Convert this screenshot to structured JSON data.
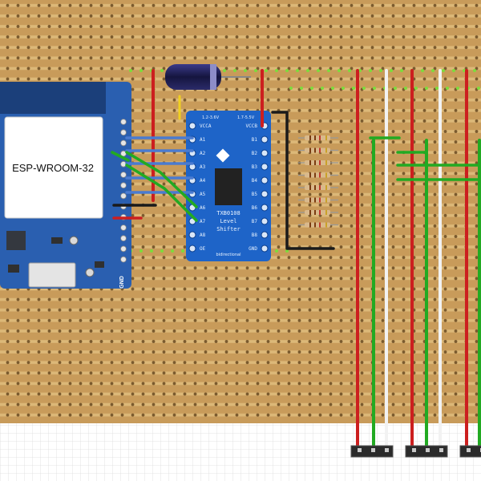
{
  "board": {
    "type": "stripboard",
    "color": "#c89b5a",
    "strip_color": "#dcb878",
    "hole_color": "#7a5a2e"
  },
  "esp_module": {
    "label": "ESP-WROOM-32",
    "gnd_label": "GND"
  },
  "level_shifter": {
    "title": "TXB0108",
    "subtitle_1": "Level",
    "subtitle_2": "Shifter",
    "footer": "bidirectional",
    "vcca_range": "1.2-3.6V",
    "vccb_range": "1.7-5.5V",
    "left_pins": [
      "VCCA",
      "A1",
      "A2",
      "A3",
      "A4",
      "A5",
      "A6",
      "A7",
      "A8",
      "OE"
    ],
    "right_pins": [
      "VCCB",
      "B1",
      "B2",
      "B3",
      "B4",
      "B5",
      "B6",
      "B7",
      "B8",
      "GND"
    ]
  },
  "colors": {
    "wire_red": "#cc1f1f",
    "wire_black": "#1a1a1a",
    "wire_white": "#f2f2f2",
    "wire_green": "#22aa22",
    "wire_blue": "#4a7bd0",
    "wire_yellow": "#f0d020",
    "hole_green": "#7ddc3c",
    "module_blue": "#1e64c8",
    "esp_blue": "#2a5fb0"
  },
  "connectors": [
    "connector-1",
    "connector-2",
    "connector-3"
  ]
}
